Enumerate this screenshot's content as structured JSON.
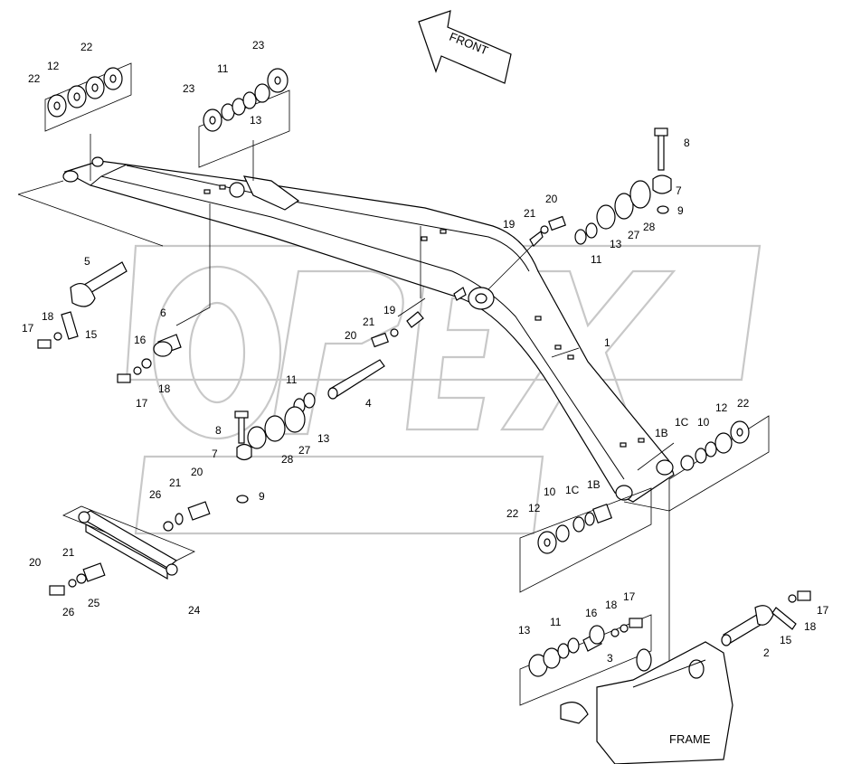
{
  "front_arrow_label": "FRONT",
  "frame_label": "FRAME",
  "watermark": "OPEX",
  "labels": {
    "p1": "1",
    "p1b_a": "1B",
    "p1b_b": "1B",
    "p1c_a": "1C",
    "p1c_b": "1C",
    "p2": "2",
    "p3": "3",
    "p4": "4",
    "p5": "5",
    "p6": "6",
    "p7_a": "7",
    "p7_b": "7",
    "p8_a": "8",
    "p8_b": "8",
    "p9_a": "9",
    "p9_b": "9",
    "p10_a": "10",
    "p10_b": "10",
    "p11_a": "11",
    "p11_b": "11",
    "p11_c": "11",
    "p11_d": "11",
    "p12_a": "12",
    "p12_b": "12",
    "p12_c": "12",
    "p13_a": "13",
    "p13_b": "13",
    "p13_c": "13",
    "p13_d": "13",
    "p15_a": "15",
    "p15_b": "15",
    "p16_a": "16",
    "p16_b": "16",
    "p17_a": "17",
    "p17_b": "17",
    "p17_c": "17",
    "p17_d": "17",
    "p18_a": "18",
    "p18_b": "18",
    "p18_c": "18",
    "p18_d": "18",
    "p19_a": "19",
    "p19_b": "19",
    "p20_a": "20",
    "p20_b": "20",
    "p20_c": "20",
    "p20_d": "20",
    "p21_a": "21",
    "p21_b": "21",
    "p21_c": "21",
    "p21_d": "21",
    "p22_a": "22",
    "p22_b": "22",
    "p22_c": "22",
    "p22_d": "22",
    "p23_a": "23",
    "p23_b": "23",
    "p24": "24",
    "p25": "25",
    "p26_a": "26",
    "p26_b": "26",
    "p27_a": "27",
    "p27_b": "27",
    "p28_a": "28",
    "p28_b": "28"
  }
}
